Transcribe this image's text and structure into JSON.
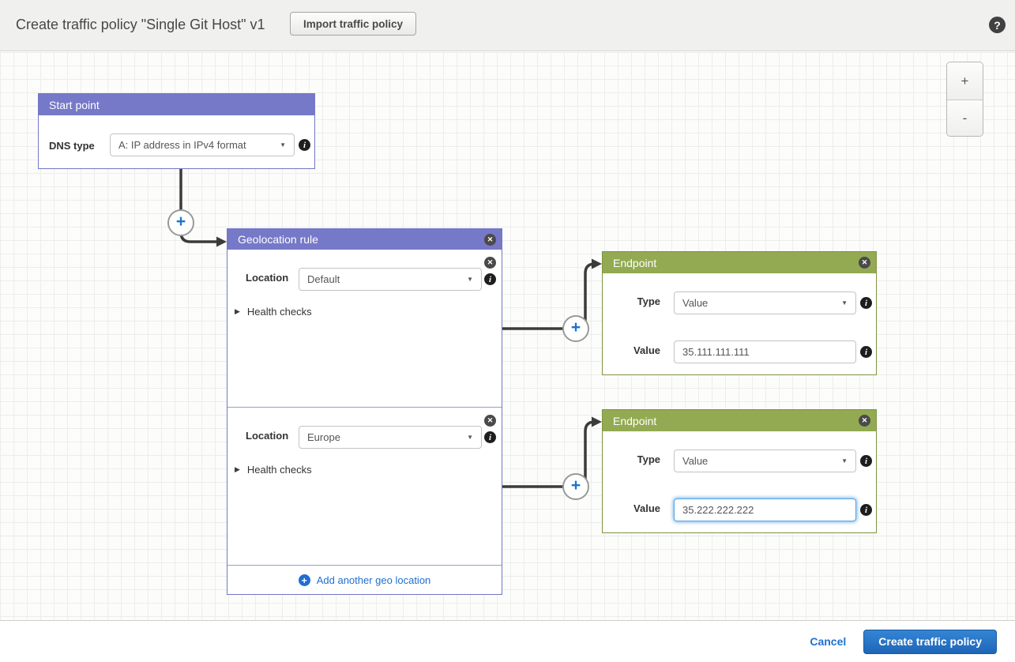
{
  "header": {
    "title": "Create traffic policy \"Single Git Host\" v1",
    "import_button": "Import traffic policy"
  },
  "zoom_controls": {
    "zoom_in": "+",
    "zoom_out": "-"
  },
  "icons": {
    "help": "?",
    "close": "✕",
    "info": "i",
    "plus": "+",
    "caret": "▼",
    "expander": "▶"
  },
  "start_point": {
    "title": "Start point",
    "dns_type_label": "DNS type",
    "dns_type_value": "A: IP address in IPv4 format"
  },
  "geolocation_rule": {
    "title": "Geolocation rule",
    "sections": [
      {
        "location_label": "Location",
        "location_value": "Default",
        "health_checks_label": "Health checks"
      },
      {
        "location_label": "Location",
        "location_value": "Europe",
        "health_checks_label": "Health checks"
      }
    ],
    "add_link": "Add another geo location"
  },
  "endpoints": [
    {
      "title": "Endpoint",
      "type_label": "Type",
      "type_value": "Value",
      "value_label": "Value",
      "value": "35.111.111.111"
    },
    {
      "title": "Endpoint",
      "type_label": "Type",
      "type_value": "Value",
      "value_label": "Value",
      "value": "35.222.222.222"
    }
  ],
  "footer": {
    "cancel": "Cancel",
    "create": "Create traffic policy"
  },
  "colors": {
    "rule_purple": "#7678c8",
    "endpoint_green": "#93aa52",
    "link_blue": "#1f6fd0",
    "primary_button_blue": "#2b7ccb",
    "wire_dark": "#3b3b3b"
  }
}
